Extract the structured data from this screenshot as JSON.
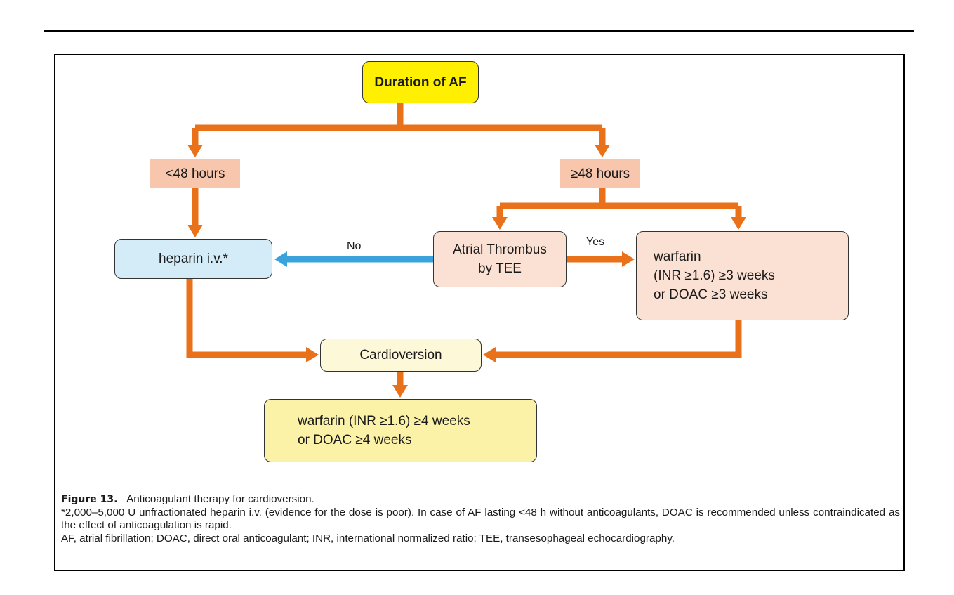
{
  "flowchart": {
    "nodes": {
      "duration": "Duration of AF",
      "lt48": "<48 hours",
      "ge48": "≥48 hours",
      "heparin": "heparin i.v.*",
      "thrombus": "Atrial Thrombus\nby TEE",
      "warfarin_pre": "warfarin\n(INR ≥1.6) ≥3 weeks\n or DOAC ≥3 weeks",
      "cardioversion": "Cardioversion",
      "warfarin_post": "warfarin (INR ≥1.6) ≥4 weeks\nor DOAC ≥4 weeks"
    },
    "edge_labels": {
      "no": "No",
      "yes": "Yes"
    },
    "colors": {
      "arrow": "#e8711a",
      "no_arrow": "#3aa3dc",
      "duration_fill": "#ffef00",
      "hours_fill": "#f7c6ac",
      "heparin_fill": "#d4ecf7",
      "thrombus_fill": "#fbe1d4",
      "cardioversion_fill": "#fdf8d8",
      "warfarin_post_fill": "#fbf2a8"
    }
  },
  "caption": {
    "figure_label": "Figure 13.",
    "title_text": "Anticoagulant therapy for cardioversion.",
    "footnote": "*2,000–5,000 U unfractionated heparin i.v. (evidence for the dose is poor). In case of AF lasting <48 h without anticoagulants, DOAC is recommended unless contraindicated as the effect of anticoagulation is rapid.",
    "abbreviations": "AF, atrial fibrillation; DOAC, direct oral anticoagulant; INR, international normalized ratio; TEE, transesophageal echocardiography."
  }
}
